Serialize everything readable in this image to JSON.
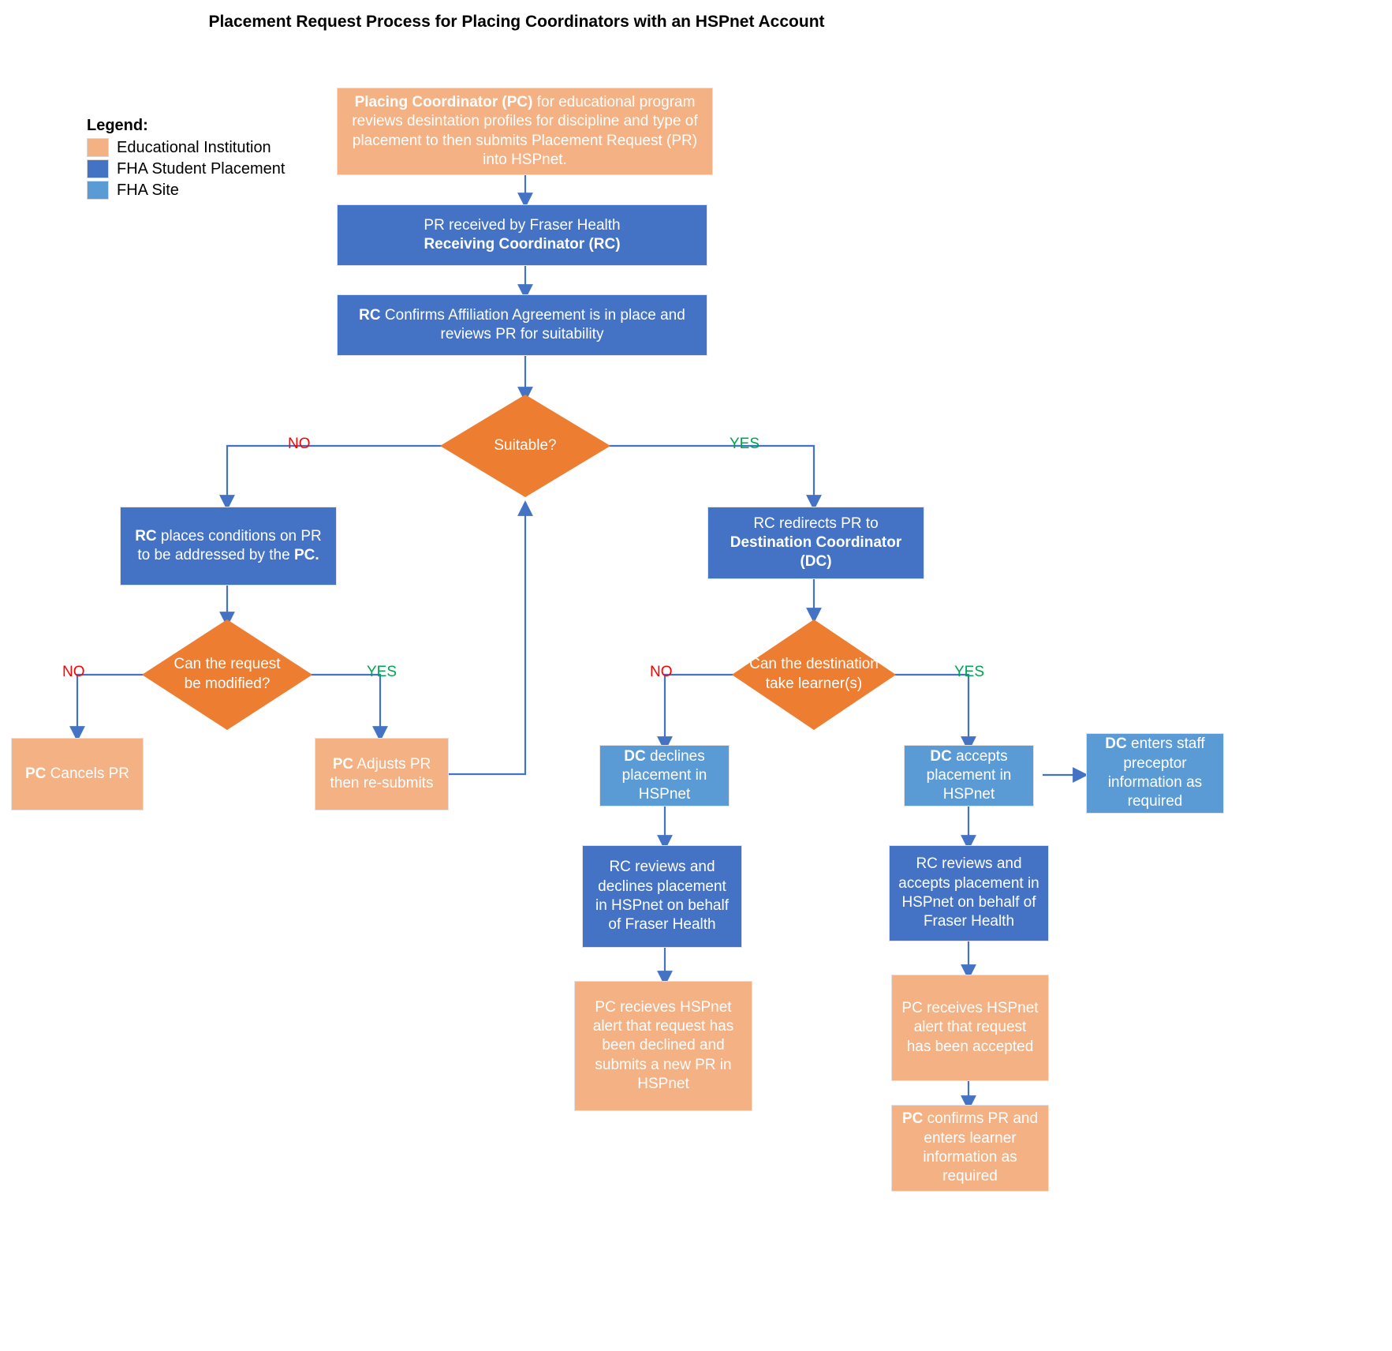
{
  "title": "Placement Request Process for Placing Coordinators with an HSPnet Account",
  "colors": {
    "educational_institution": "#F4B183",
    "fha_student_placement": "#4472C4",
    "fha_site": "#5B9BD5",
    "decision": "#ED7D31",
    "connector": "#4472C4",
    "no_label": "#FF0000",
    "yes_label": "#00A550"
  },
  "legend": {
    "heading": "Legend:",
    "items": [
      {
        "label": "Educational Institution",
        "color": "#F4B183"
      },
      {
        "label": "FHA Student Placement",
        "color": "#4472C4"
      },
      {
        "label": "FHA Site",
        "color": "#5B9BD5"
      }
    ]
  },
  "nodes": {
    "pc_submits": {
      "type": "process",
      "category": "Educational Institution",
      "text_bold": "Placing Coordinator (PC)",
      "text_rest": " for educational program reviews desintation profiles for discipline and type of placement to then submits Placement Request (PR) into HSPnet."
    },
    "pr_received": {
      "type": "process",
      "category": "FHA Student Placement",
      "line1": "PR received by Fraser Health",
      "line2_bold": "Receiving Coordinator (RC)"
    },
    "rc_confirms": {
      "type": "process",
      "category": "FHA Student Placement",
      "text_bold": "RC",
      "text_rest": " Confirms Affiliation Agreement is in place and reviews PR for suitability"
    },
    "suitable": {
      "type": "decision",
      "text": "Suitable?"
    },
    "rc_conditions": {
      "type": "process",
      "category": "FHA Student Placement",
      "text": "RC places conditions on PR to be addressed by the PC."
    },
    "rc_redirects": {
      "type": "process",
      "category": "FHA Student Placement",
      "text": "RC redirects PR to Destination Coordinator (DC)"
    },
    "can_modify": {
      "type": "decision",
      "line1": "Can the request",
      "line2": "be modified?"
    },
    "can_take_learners": {
      "type": "decision",
      "line1": "Can the destination",
      "line2": "take learner(s)"
    },
    "pc_cancels": {
      "type": "process",
      "category": "Educational Institution",
      "text_bold": "PC",
      "text_rest": " Cancels PR"
    },
    "pc_adjusts": {
      "type": "process",
      "category": "Educational Institution",
      "text_bold": "PC",
      "text_rest": " Adjusts PR then re-submits"
    },
    "dc_declines": {
      "type": "process",
      "category": "FHA Site",
      "text_bold": "DC",
      "text_rest": " declines placement in HSPnet"
    },
    "dc_accepts": {
      "type": "process",
      "category": "FHA Site",
      "text_bold": "DC",
      "text_rest": " accepts placement in HSPnet"
    },
    "dc_preceptor": {
      "type": "process",
      "category": "FHA Site",
      "text_bold": "DC",
      "text_rest": " enters staff preceptor information as required"
    },
    "rc_declines": {
      "type": "process",
      "category": "FHA Student Placement",
      "text": "RC reviews and declines placement in HSPnet on behalf of Fraser Health"
    },
    "rc_accepts": {
      "type": "process",
      "category": "FHA Student Placement",
      "text": "RC reviews and accepts placement in HSPnet on behalf of Fraser Health"
    },
    "pc_alert_declined": {
      "type": "process",
      "category": "Educational Institution",
      "text": "PC recieves HSPnet alert that request has been declined and submits a new PR in HSPnet"
    },
    "pc_alert_accepted": {
      "type": "process",
      "category": "Educational Institution",
      "text": "PC receives HSPnet alert that request has been accepted"
    },
    "pc_confirms": {
      "type": "process",
      "category": "Educational Institution",
      "text_bold": "PC",
      "text_rest": " confirms PR and enters learner information as required"
    }
  },
  "edge_labels": {
    "suitable_no": "NO",
    "suitable_yes": "YES",
    "modify_no": "NO",
    "modify_yes": "YES",
    "learners_no": "NO",
    "learners_yes": "YES"
  }
}
